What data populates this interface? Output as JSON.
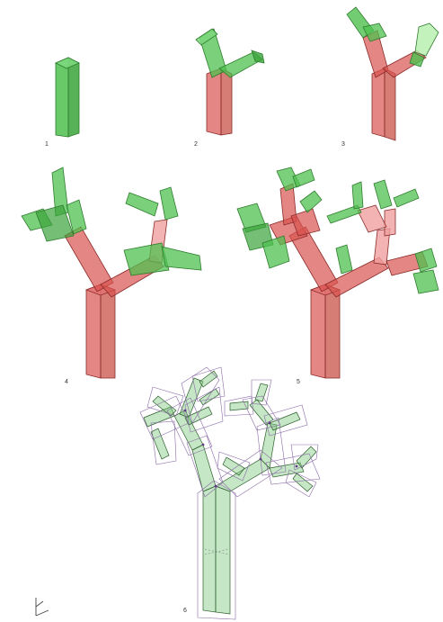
{
  "figure": {
    "steps": [
      {
        "label": "1"
      },
      {
        "label": "2"
      },
      {
        "label": "3"
      },
      {
        "label": "4"
      },
      {
        "label": "5"
      },
      {
        "label": "6"
      }
    ]
  },
  "colors": {
    "green_fill": "#4fc04f",
    "green_edge": "#2e7d2e",
    "red_fill": "#d9534f",
    "red_edge": "#8b2a2a",
    "wire_edge": "#8a6aa8",
    "light_green": "#b9f0b0"
  }
}
